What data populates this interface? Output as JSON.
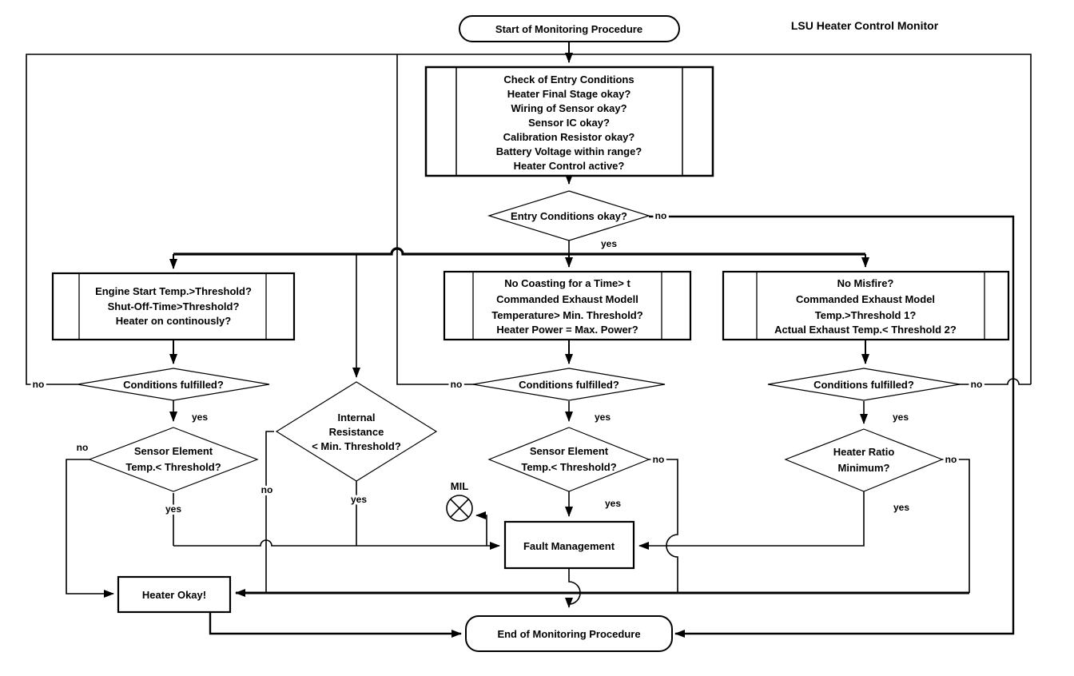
{
  "title": "LSU Heater Control Monitor",
  "edge_labels": {
    "entry_yes": "yes",
    "entry_no": "no",
    "cond_left_yes": "yes",
    "cond_left_no": "no",
    "cond_mid_yes": "yes",
    "cond_mid_no": "no",
    "cond_right_yes": "yes",
    "cond_right_no": "no",
    "sensor_left_yes": "yes",
    "sensor_left_no": "no",
    "internal_res_yes": "yes",
    "internal_res_no": "no",
    "sensor_mid_yes": "yes",
    "sensor_mid_no": "no",
    "heater_ratio_yes": "yes",
    "heater_ratio_no": "no"
  },
  "nodes": {
    "start": {
      "label": "Start of Monitoring Procedure"
    },
    "entry_check": {
      "lines": [
        "Check of Entry Conditions",
        "Heater Final Stage okay?",
        "Wiring of Sensor okay?",
        "Sensor IC okay?",
        "Calibration Resistor okay?",
        "Battery Voltage within range?",
        "Heater Control active?"
      ]
    },
    "entry_ok": {
      "label": "Entry Conditions okay?"
    },
    "engine_start": {
      "lines": [
        "Engine Start Temp.>Threshold?",
        "Shut-Off-Time>Threshold?",
        "Heater on continously?"
      ]
    },
    "coasting": {
      "lines": [
        "No Coasting for a Time> t",
        "Commanded Exhaust Modell",
        "Temperature> Min. Threshold?",
        "Heater Power = Max. Power?"
      ]
    },
    "misfire": {
      "lines": [
        "No Misfire?",
        "Commanded Exhaust Model",
        "Temp.>Threshold 1?",
        "Actual Exhaust Temp.< Threshold 2?"
      ]
    },
    "cond_left": {
      "label": "Conditions fulfilled?"
    },
    "cond_mid": {
      "label": "Conditions fulfilled?"
    },
    "cond_right": {
      "label": "Conditions fulfilled?"
    },
    "sensor_left": {
      "lines": [
        "Sensor Element",
        "Temp.< Threshold?"
      ]
    },
    "internal_res": {
      "lines": [
        "Internal",
        "Resistance",
        "< Min. Threshold?"
      ]
    },
    "sensor_mid": {
      "lines": [
        "Sensor Element",
        "Temp.< Threshold?"
      ]
    },
    "heater_ratio": {
      "lines": [
        "Heater Ratio",
        "Minimum?"
      ]
    },
    "mil": {
      "label": "MIL"
    },
    "fault_mgmt": {
      "label": "Fault Management"
    },
    "heater_okay": {
      "label": "Heater Okay!"
    },
    "end": {
      "label": "End of Monitoring Procedure"
    }
  },
  "colors": {
    "ink": "#000000",
    "paper": "#ffffff"
  }
}
